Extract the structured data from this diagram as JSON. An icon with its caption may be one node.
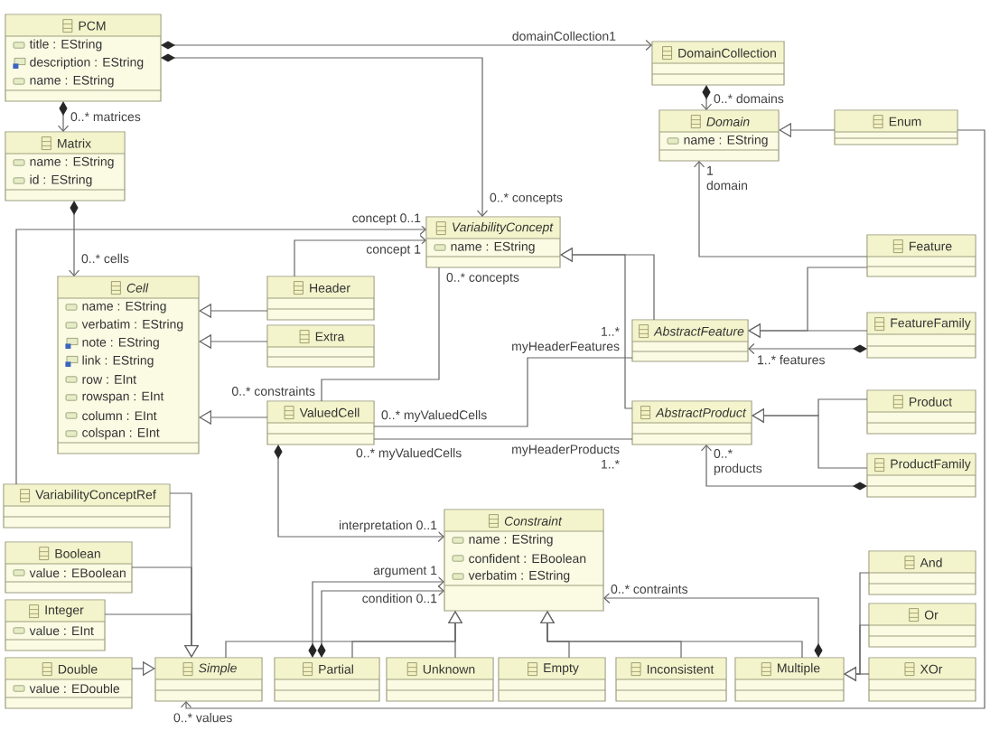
{
  "diagram": {
    "nodes": [
      {
        "text": [
          "PCM",
          "title : EString",
          "description : EString",
          "name : EString"
        ]
      },
      {
        "text": [
          "DomainCollection"
        ]
      },
      {
        "text": [
          "Domain",
          "name : EString"
        ]
      },
      {
        "text": [
          "Enum"
        ]
      },
      {
        "text": [
          "Matrix",
          "name : EString",
          "id : EString"
        ]
      },
      {
        "text": [
          "VariabilityConcept",
          "name : EString"
        ]
      },
      {
        "text": [
          "Feature"
        ]
      },
      {
        "text": [
          "Header"
        ]
      },
      {
        "text": [
          "Cell",
          "name : EString",
          "verbatim : EString",
          "note : EString",
          "link : EString",
          "row : EInt",
          "rowspan : EInt",
          "column : EInt",
          "colspan : EInt"
        ]
      },
      {
        "text": [
          "Extra"
        ]
      },
      {
        "text": [
          "AbstractFeature"
        ]
      },
      {
        "text": [
          "FeatureFamily"
        ]
      },
      {
        "text": [
          "ValuedCell"
        ]
      },
      {
        "text": [
          "Product"
        ]
      },
      {
        "text": [
          "AbstractProduct"
        ]
      },
      {
        "text": [
          "ProductFamily"
        ]
      },
      {
        "text": [
          "VariabilityConceptRef"
        ]
      },
      {
        "text": [
          "Constraint",
          "name : EString",
          "confident : EBoolean",
          "verbatim : EString"
        ]
      },
      {
        "text": [
          "Boolean",
          "value : EBoolean"
        ]
      },
      {
        "text": [
          "And"
        ]
      },
      {
        "text": [
          "Integer",
          "value : EInt"
        ]
      },
      {
        "text": [
          "Or"
        ]
      },
      {
        "text": [
          "Double",
          "value : EDouble"
        ]
      },
      {
        "text": [
          "Simple"
        ]
      },
      {
        "text": [
          "Partial"
        ]
      },
      {
        "text": [
          "Unknown"
        ]
      },
      {
        "text": [
          "Empty"
        ]
      },
      {
        "text": [
          "Inconsistent"
        ]
      },
      {
        "text": [
          "Multiple"
        ]
      },
      {
        "text": [
          "XOr"
        ]
      }
    ],
    "edges": [
      {
        "from": 0,
        "to": 1,
        "arrow": "to",
        "label": "domainCollection1"
      },
      {
        "from": 0,
        "to": 5,
        "arrow": "to",
        "label": "0..* concepts"
      },
      {
        "from": 0,
        "to": 4,
        "arrow": "to",
        "label": "0..* matrices"
      },
      {
        "from": 1,
        "to": 2,
        "arrow": "to",
        "label": "0..* domains"
      },
      {
        "from": 3,
        "to": 2,
        "arrow": "to"
      },
      {
        "from": 6,
        "to": 2,
        "arrow": "to",
        "label": "1 domain"
      },
      {
        "from": 6,
        "to": 10,
        "arrow": "to"
      },
      {
        "from": 11,
        "to": 10,
        "arrow": "to"
      },
      {
        "from": 11,
        "to": 10,
        "arrow": "to",
        "label": "1..* features"
      },
      {
        "from": 13,
        "to": 14,
        "arrow": "to"
      },
      {
        "from": 15,
        "to": 14,
        "arrow": "to"
      },
      {
        "from": 15,
        "to": 14,
        "arrow": "to",
        "label": "0..* products"
      },
      {
        "from": 10,
        "to": 5,
        "arrow": "to"
      },
      {
        "from": 14,
        "to": 5,
        "arrow": "to"
      },
      {
        "from": 7,
        "to": 5,
        "arrow": "to",
        "label": "concept 1"
      },
      {
        "from": 16,
        "to": 5,
        "arrow": "to",
        "label": "concept 0..1"
      },
      {
        "from": 4,
        "to": 8,
        "arrow": "to",
        "label": "0..* cells"
      },
      {
        "from": 7,
        "to": 8,
        "arrow": "to"
      },
      {
        "from": 9,
        "to": 8,
        "arrow": "to"
      },
      {
        "from": 12,
        "to": 8,
        "arrow": "to"
      },
      {
        "from": 12,
        "to": 5,
        "arrow": "none",
        "label": "0..* concepts"
      },
      {
        "from": 12,
        "to": 10,
        "arrow": "none",
        "label": "1..* myHeaderFeatures"
      },
      {
        "from": 12,
        "to": 14,
        "arrow": "none",
        "label": "myHeaderProducts 1..*"
      },
      {
        "from": 12,
        "to": 17,
        "arrow": "to",
        "label": "interpretation 0..1"
      },
      {
        "from": 24,
        "to": 17,
        "arrow": "to",
        "label": "argument 1"
      },
      {
        "from": 24,
        "to": 17,
        "arrow": "to",
        "label": "condition 0..1"
      },
      {
        "from": 28,
        "to": 17,
        "arrow": "to",
        "label": "0..* contraints"
      },
      {
        "from": 23,
        "to": 17,
        "arrow": "to"
      },
      {
        "from": 24,
        "to": 17,
        "arrow": "to"
      },
      {
        "from": 25,
        "to": 17,
        "arrow": "to"
      },
      {
        "from": 26,
        "to": 17,
        "arrow": "to"
      },
      {
        "from": 27,
        "to": 17,
        "arrow": "to"
      },
      {
        "from": 28,
        "to": 17,
        "arrow": "to"
      },
      {
        "from": 16,
        "to": 23,
        "arrow": "to"
      },
      {
        "from": 18,
        "to": 23,
        "arrow": "to"
      },
      {
        "from": 20,
        "to": 23,
        "arrow": "to"
      },
      {
        "from": 22,
        "to": 23,
        "arrow": "to"
      },
      {
        "from": 19,
        "to": 28,
        "arrow": "to"
      },
      {
        "from": 21,
        "to": 28,
        "arrow": "to"
      },
      {
        "from": 29,
        "to": 28,
        "arrow": "to"
      },
      {
        "from": 3,
        "to": 23,
        "arrow": "to",
        "label": "0..* values"
      }
    ],
    "labels": [
      "0..* constraints",
      "0..* myValuedCells",
      "0..* myValuedCells"
    ]
  }
}
